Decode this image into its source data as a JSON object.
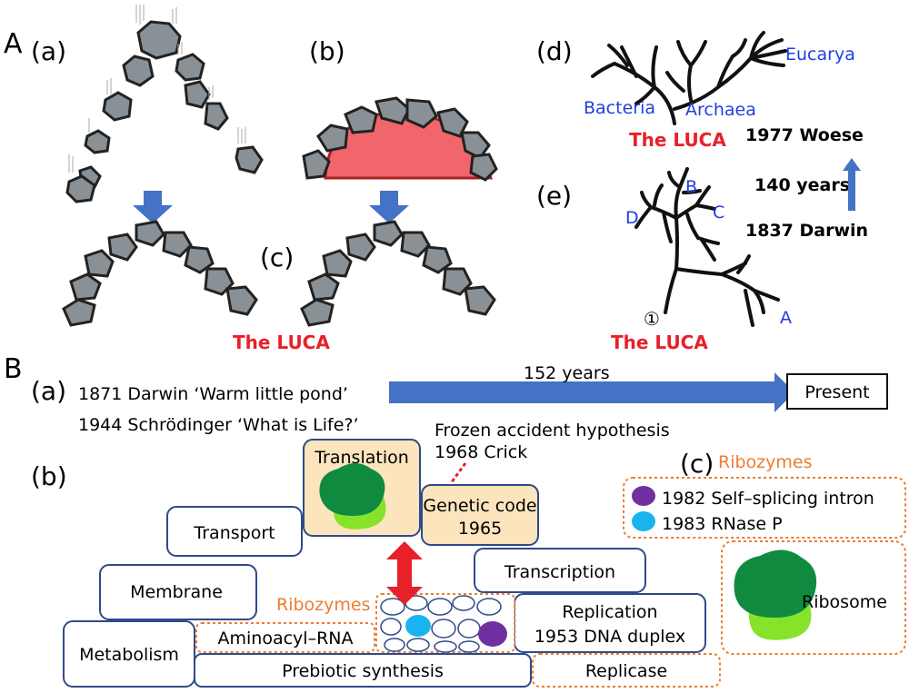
{
  "panel_A": {
    "section_label": "A",
    "label_a": "(a)",
    "label_b": "(b)",
    "label_c": "(c)",
    "label_d": "(d)",
    "label_e": "(e)",
    "luca_arch": "The LUCA",
    "tree_d": {
      "bacteria": "Bacteria",
      "archaea": "Archaea",
      "eucarya": "Eucarya",
      "luca": "The LUCA"
    },
    "tree_e": {
      "a": "A",
      "b": "B",
      "c": "C",
      "d": "D",
      "root": "①",
      "luca": "The LUCA"
    },
    "timeline": {
      "woese": "1977 Woese",
      "span": "140 years",
      "darwin": "1837 Darwin"
    }
  },
  "panel_B": {
    "section_label": "B",
    "label_a": "(a)",
    "label_b": "(b)",
    "label_c": "(c)",
    "timeline": {
      "darwin": "1871 Darwin ‘Warm little pond’",
      "schrodinger": "1944 Schrödinger ‘What is Life?’",
      "span": "152 years",
      "present": "Present"
    },
    "frozen_accident": "Frozen accident hypothesis",
    "crick": "1968 Crick",
    "blocks": {
      "translation": "Translation",
      "genetic_code_1": "Genetic code",
      "genetic_code_2": "1965",
      "transport": "Transport",
      "membrane": "Membrane",
      "transcription": "Transcription",
      "replication_1": "Replication",
      "replication_2": "1953 DNA duplex",
      "metabolism": "Metabolism",
      "aminoacyl": "Aminoacyl–RNA",
      "prebiotic": "Prebiotic synthesis",
      "replicase": "Replicase",
      "ribozymes": "Ribozymes"
    },
    "ribozymes_panel": {
      "title": "Ribozymes",
      "item1": "1982 Self–splicing intron",
      "item2": "1983 RNase P",
      "ribosome": "Ribosome"
    }
  },
  "colors": {
    "stone": "#8a9196",
    "red_stone": "#f0666b",
    "arrow_blue": "#4472c4",
    "label_red": "#e8202a",
    "label_blue": "#1f3fe0",
    "orange": "#ed7d31",
    "box_border": "#2f4a8a",
    "beige": "#fce4bd",
    "ribo_dark": "#0f8a3f",
    "ribo_light": "#86e32a",
    "cyan": "#19b4ef",
    "purple": "#7030a0"
  }
}
